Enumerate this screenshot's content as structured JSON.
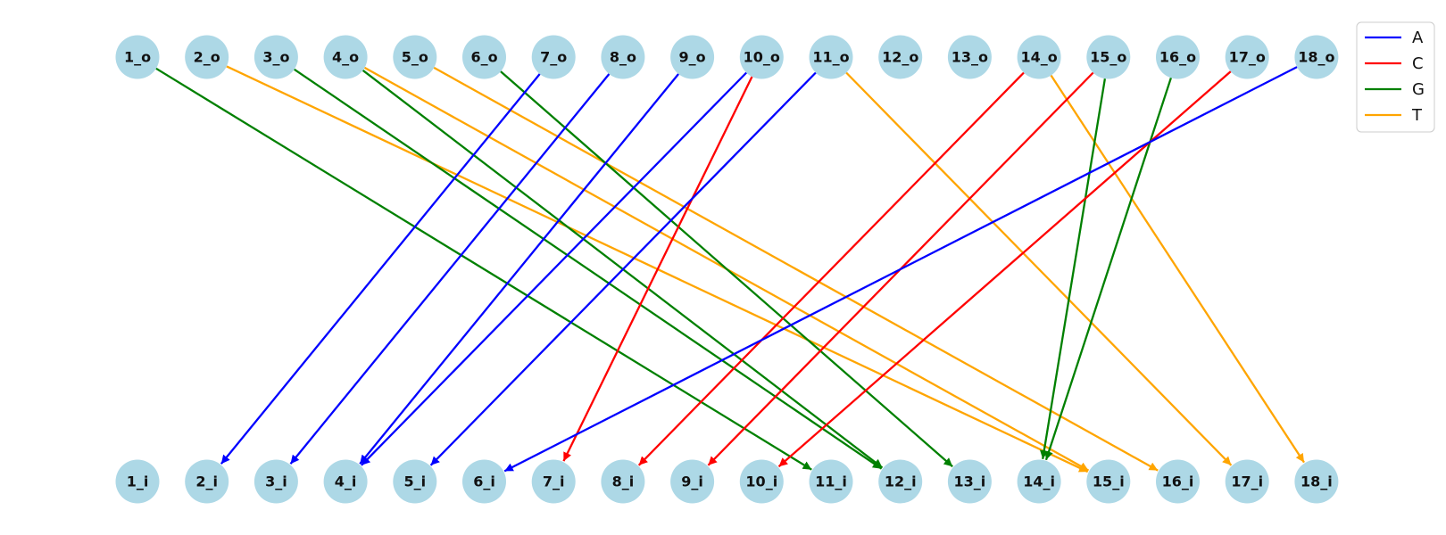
{
  "colors": {
    "node_fill": "#add8e6",
    "A": "#0000ff",
    "C": "#ff0000",
    "G": "#008000",
    "T": "#ffa500"
  },
  "legend": {
    "items": [
      {
        "label": "A",
        "color": "#0000ff"
      },
      {
        "label": "C",
        "color": "#ff0000"
      },
      {
        "label": "G",
        "color": "#008000"
      },
      {
        "label": "T",
        "color": "#ffa500"
      }
    ]
  },
  "nodes": {
    "out": [
      "1_o",
      "2_o",
      "3_o",
      "4_o",
      "5_o",
      "6_o",
      "7_o",
      "8_o",
      "9_o",
      "10_o",
      "11_o",
      "12_o",
      "13_o",
      "14_o",
      "15_o",
      "16_o",
      "17_o",
      "18_o"
    ],
    "in": [
      "1_i",
      "2_i",
      "3_i",
      "4_i",
      "5_i",
      "6_i",
      "7_i",
      "8_i",
      "9_i",
      "10_i",
      "11_i",
      "12_i",
      "13_i",
      "14_i",
      "15_i",
      "16_i",
      "17_i",
      "18_i"
    ]
  },
  "edges": [
    {
      "from": "1_o",
      "to": "11_i",
      "label": "G"
    },
    {
      "from": "2_o",
      "to": "15_i",
      "label": "T"
    },
    {
      "from": "3_o",
      "to": "12_i",
      "label": "G"
    },
    {
      "from": "4_o",
      "to": "12_i",
      "label": "G"
    },
    {
      "from": "4_o",
      "to": "15_i",
      "label": "T"
    },
    {
      "from": "5_o",
      "to": "16_i",
      "label": "T"
    },
    {
      "from": "6_o",
      "to": "13_i",
      "label": "G"
    },
    {
      "from": "7_o",
      "to": "2_i",
      "label": "A"
    },
    {
      "from": "8_o",
      "to": "3_i",
      "label": "A"
    },
    {
      "from": "9_o",
      "to": "4_i",
      "label": "A"
    },
    {
      "from": "10_o",
      "to": "4_i",
      "label": "A"
    },
    {
      "from": "10_o",
      "to": "7_i",
      "label": "C"
    },
    {
      "from": "11_o",
      "to": "5_i",
      "label": "A"
    },
    {
      "from": "11_o",
      "to": "17_i",
      "label": "T"
    },
    {
      "from": "14_o",
      "to": "8_i",
      "label": "C"
    },
    {
      "from": "14_o",
      "to": "18_i",
      "label": "T"
    },
    {
      "from": "15_o",
      "to": "9_i",
      "label": "C"
    },
    {
      "from": "15_o",
      "to": "14_i",
      "label": "G"
    },
    {
      "from": "16_o",
      "to": "14_i",
      "label": "G"
    },
    {
      "from": "17_o",
      "to": "10_i",
      "label": "C"
    },
    {
      "from": "18_o",
      "to": "6_i",
      "label": "A"
    }
  ]
}
